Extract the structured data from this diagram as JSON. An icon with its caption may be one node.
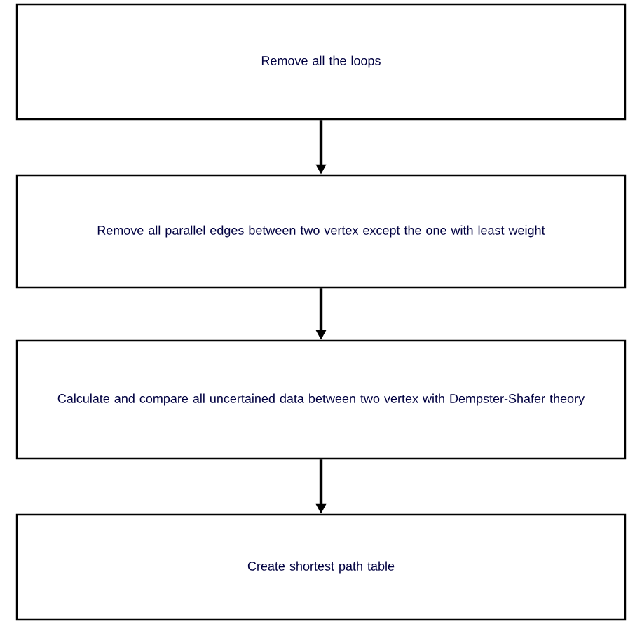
{
  "diagram": {
    "nodes": [
      {
        "text": [
          "Remove all the loops"
        ]
      },
      {
        "text": [
          "Remove all parallel edges between two vertex except the one with least weight"
        ]
      },
      {
        "text": [
          "Calculate and compare all uncertained data between two vertex with Dempster-Shafer theory"
        ]
      },
      {
        "text": [
          "Create shortest path table"
        ]
      }
    ],
    "edges": [
      {
        "from": 0,
        "to": 1,
        "arrow": "to"
      },
      {
        "from": 1,
        "to": 2,
        "arrow": "to"
      },
      {
        "from": 2,
        "to": 3,
        "arrow": "to"
      }
    ]
  }
}
